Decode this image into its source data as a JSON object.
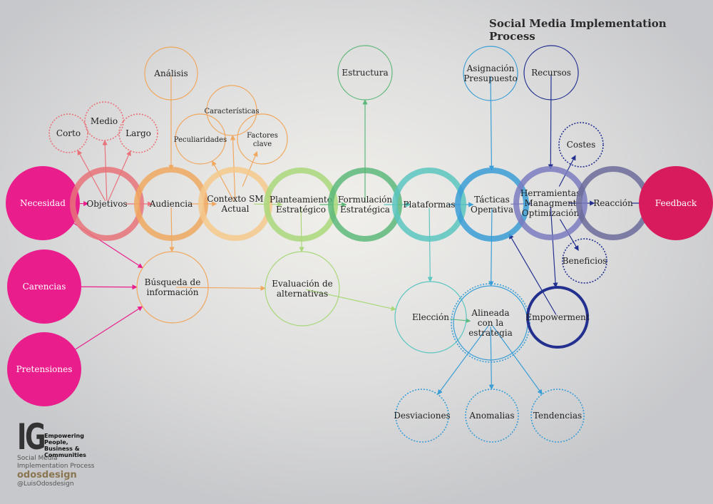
{
  "title": "Social Media Implementation Process",
  "logo": {
    "mark": "IG",
    "tagline": "Empowering People, Business & Communities",
    "subtitle_line1": "Social Media",
    "subtitle_line2": "Implementation  Process",
    "brand": "odosdesign",
    "handle": "@LuisOdosdesign"
  },
  "colors": {
    "magenta": "#e91e8c",
    "feedback": "#d81b5c",
    "red": "#e8737a",
    "orange": "#f0a860",
    "light_orange": "#f4c98c",
    "light_green": "#a9d87a",
    "green": "#5db87a",
    "teal": "#5cc6c0",
    "blue": "#3a9ed6",
    "purple": "#7b7bc0",
    "slate": "#6b6b9a",
    "navy": "#23308f"
  },
  "nodes": [
    {
      "id": "necesidad",
      "lines": [
        "Necesidad"
      ],
      "style": "filled",
      "color": "magenta"
    },
    {
      "id": "carencias",
      "lines": [
        "Carencias"
      ],
      "style": "filled",
      "color": "magenta"
    },
    {
      "id": "pretensiones",
      "lines": [
        "Pretensiones"
      ],
      "style": "filled",
      "color": "magenta"
    },
    {
      "id": "objetivos",
      "lines": [
        "Objetivos"
      ],
      "style": "thick",
      "color": "red"
    },
    {
      "id": "corto",
      "lines": [
        "Corto"
      ],
      "style": "dotted",
      "color": "red"
    },
    {
      "id": "medio",
      "lines": [
        "Medio"
      ],
      "style": "dotted",
      "color": "red"
    },
    {
      "id": "largo",
      "lines": [
        "Largo"
      ],
      "style": "dotted",
      "color": "red"
    },
    {
      "id": "audiencia",
      "lines": [
        "Audiencia"
      ],
      "style": "thick",
      "color": "orange"
    },
    {
      "id": "analisis",
      "lines": [
        "Análisis"
      ],
      "style": "thin",
      "color": "orange"
    },
    {
      "id": "busqueda",
      "lines": [
        "Búsqueda de",
        "información"
      ],
      "style": "thin",
      "color": "orange"
    },
    {
      "id": "contexto",
      "lines": [
        "Contexto SM",
        "Actual"
      ],
      "style": "thick",
      "color": "light_orange"
    },
    {
      "id": "peculiaridades",
      "lines": [
        "Peculiaridades"
      ],
      "style": "thin",
      "color": "orange",
      "small": true
    },
    {
      "id": "caracteristicas",
      "lines": [
        "Características"
      ],
      "style": "thin",
      "color": "orange",
      "small": true
    },
    {
      "id": "factores",
      "lines": [
        "Factores",
        "clave"
      ],
      "style": "thin",
      "color": "orange",
      "small": true
    },
    {
      "id": "planteamiento",
      "lines": [
        "Planteamiento",
        "Estratégico"
      ],
      "style": "thick",
      "color": "light_green"
    },
    {
      "id": "evaluacion",
      "lines": [
        "Evaluación de",
        "alternativas"
      ],
      "style": "thin",
      "color": "light_green"
    },
    {
      "id": "formulacion",
      "lines": [
        "Formulación",
        "Estratégica"
      ],
      "style": "thick",
      "color": "green"
    },
    {
      "id": "estructura",
      "lines": [
        "Estructura"
      ],
      "style": "thin",
      "color": "green"
    },
    {
      "id": "plataformas",
      "lines": [
        "Plataformas"
      ],
      "style": "thick",
      "color": "teal"
    },
    {
      "id": "eleccion",
      "lines": [
        "Elección"
      ],
      "style": "thin",
      "color": "teal"
    },
    {
      "id": "tacticas",
      "lines": [
        "Tácticas",
        "Operativa"
      ],
      "style": "thick",
      "color": "blue"
    },
    {
      "id": "asignacion",
      "lines": [
        "Asignación",
        "Presupuesto"
      ],
      "style": "thin",
      "color": "blue"
    },
    {
      "id": "alineada",
      "lines": [
        "Alineada",
        "con la",
        "estrategia"
      ],
      "style": "double",
      "color": "blue"
    },
    {
      "id": "desviaciones",
      "lines": [
        "Desviaciones"
      ],
      "style": "dotted",
      "color": "blue"
    },
    {
      "id": "anomalias",
      "lines": [
        "Anomalias"
      ],
      "style": "dotted",
      "color": "blue"
    },
    {
      "id": "tendencias",
      "lines": [
        "Tendencias"
      ],
      "style": "dotted",
      "color": "blue"
    },
    {
      "id": "herramientas",
      "lines": [
        "Herramientas",
        "Managment",
        "Optimización"
      ],
      "style": "thick",
      "color": "purple"
    },
    {
      "id": "recursos",
      "lines": [
        "Recursos"
      ],
      "style": "thin",
      "color": "navy"
    },
    {
      "id": "costes",
      "lines": [
        "Costes"
      ],
      "style": "dotted",
      "color": "navy"
    },
    {
      "id": "beneficios",
      "lines": [
        "Beneficios"
      ],
      "style": "dotted",
      "color": "navy"
    },
    {
      "id": "empowerment",
      "lines": [
        "Empowerment"
      ],
      "style": "bold",
      "color": "navy"
    },
    {
      "id": "reaccion",
      "lines": [
        "Reacción"
      ],
      "style": "thick",
      "color": "slate"
    },
    {
      "id": "feedback",
      "lines": [
        "Feedback"
      ],
      "style": "filled",
      "color": "feedback"
    }
  ]
}
